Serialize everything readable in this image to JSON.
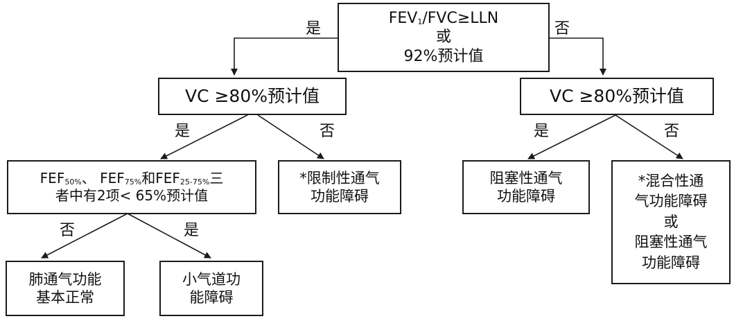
{
  "nodes": {
    "root": {
      "line1_prefix": "FEV",
      "line1_sub": "1",
      "line1_suffix": "/FVC≥LLN",
      "line2": "或",
      "line3": "92%预计值"
    },
    "vc_left": {
      "text": "VC ≥80%预计值"
    },
    "vc_right": {
      "text": "VC ≥80%预计值"
    },
    "fef": {
      "a": "FEF",
      "a_sub": "50%",
      "b": "、 FEF",
      "b_sub": "75%",
      "c": "和FEF",
      "c_sub": "25-75%",
      "d": "三",
      "line2": "者中有2项< 65%预计值"
    },
    "restrictive": {
      "line1": "*限制性通气",
      "line2": "功能障碍"
    },
    "obstructive": {
      "line1": "阻塞性通气",
      "line2": "功能障碍"
    },
    "mixed": {
      "line1": "*混合性通",
      "line2": "气功能障碍",
      "line3": "或",
      "line4": "阻塞性通气",
      "line5": "功能障碍"
    },
    "normal": {
      "line1": "肺通气功能",
      "line2": "基本正常"
    },
    "small_airway": {
      "line1": "小气道功",
      "line2": "能障碍"
    }
  },
  "edge_labels": {
    "root_yes": "是",
    "root_no": "否",
    "vcl_yes": "是",
    "vcl_no": "否",
    "vcr_yes": "是",
    "vcr_no": "否",
    "fef_no": "否",
    "fef_yes": "是"
  }
}
